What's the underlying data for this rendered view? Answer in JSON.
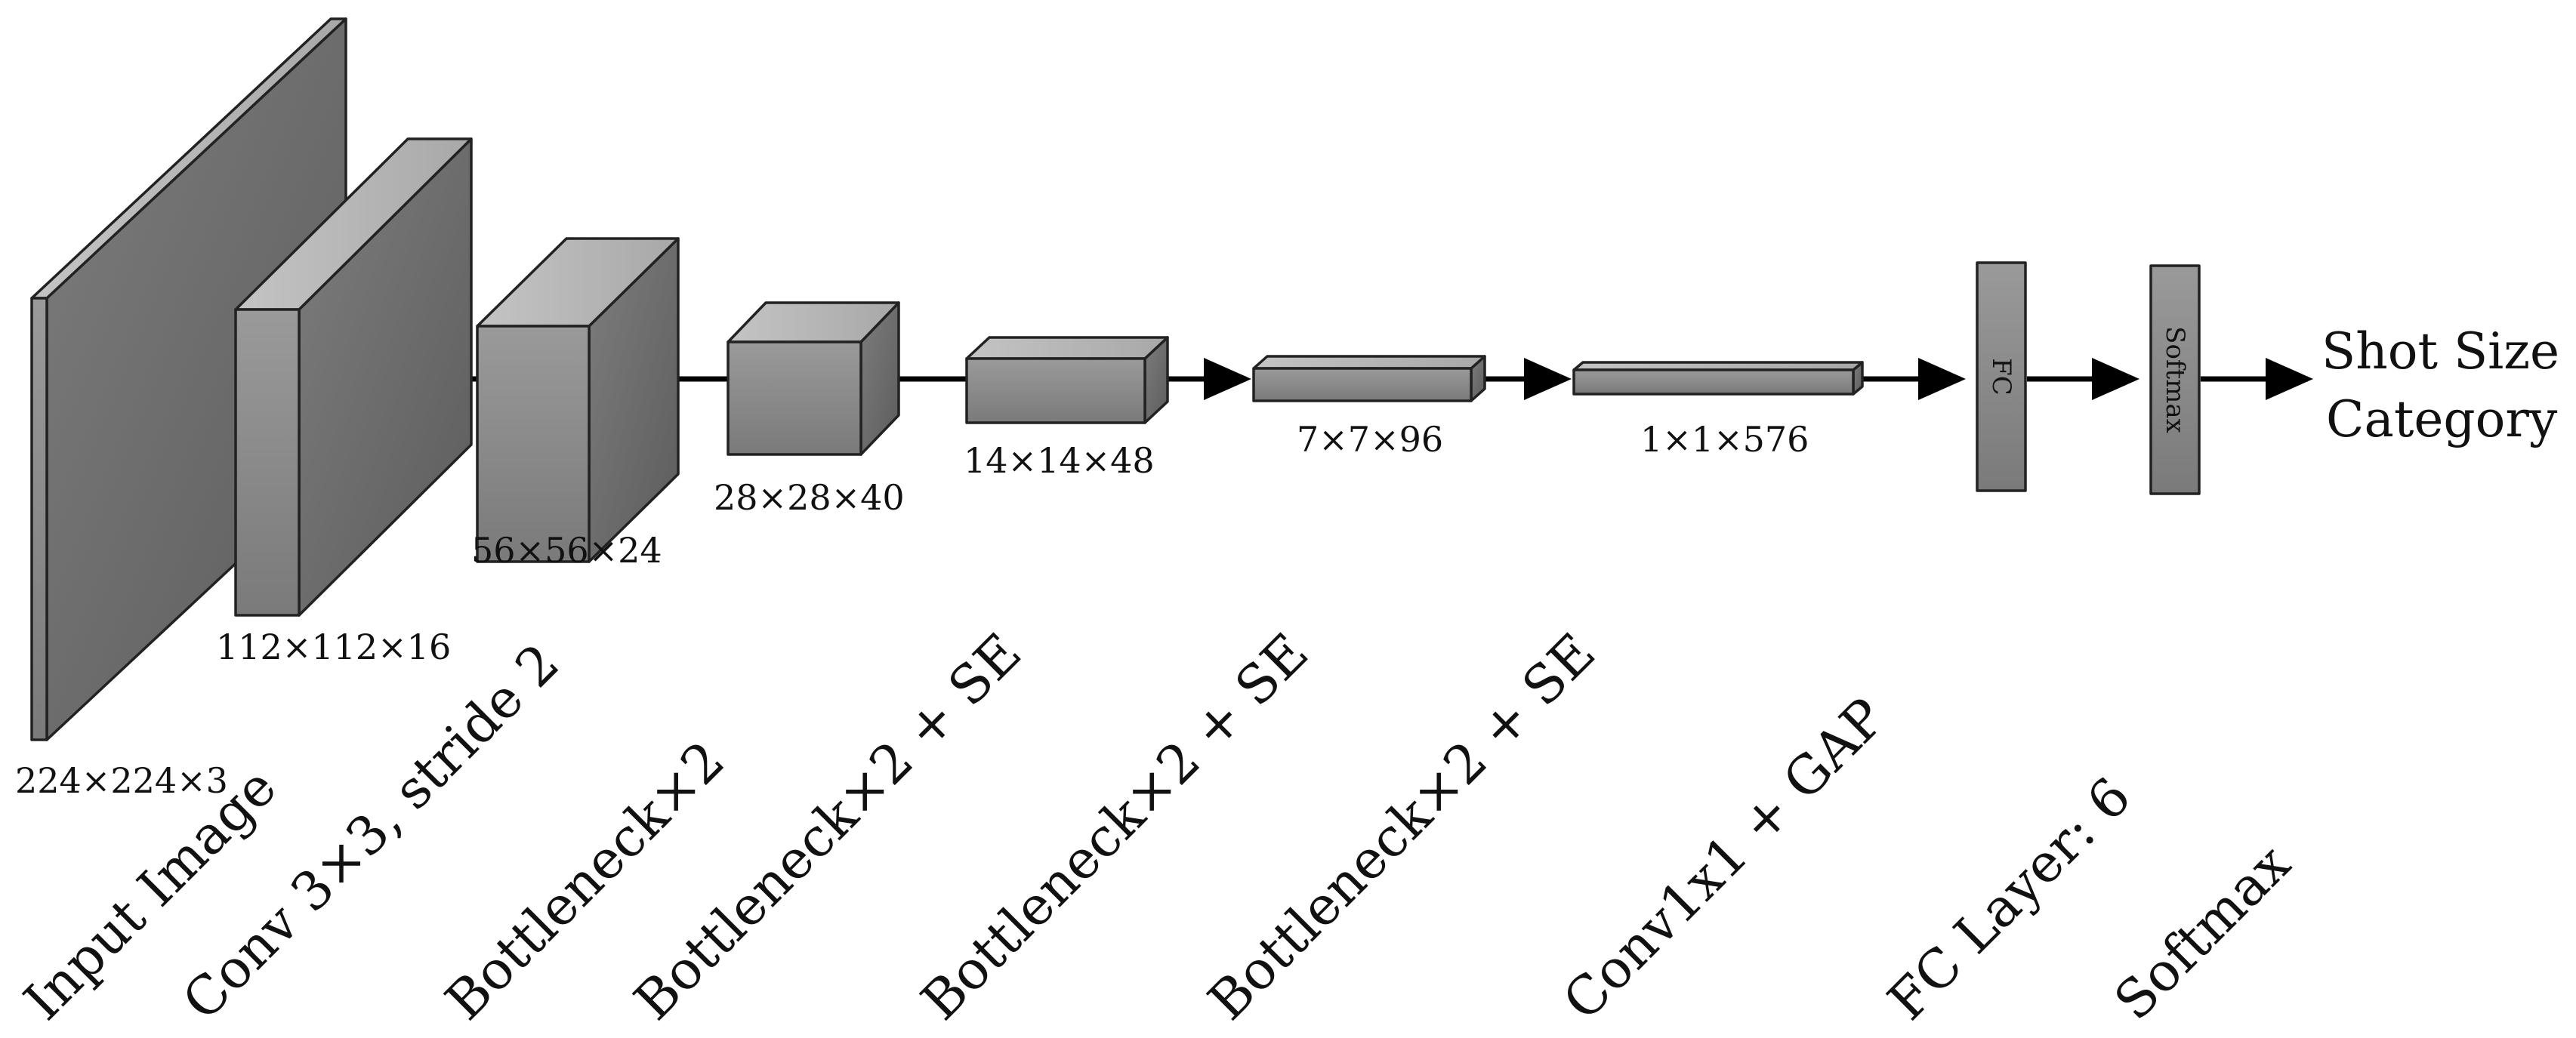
{
  "colors": {
    "front": "#8a8a8a",
    "top": "#b5b5b5",
    "side": "#6b6b6b",
    "flat": "#8a8a8a",
    "stroke": "#222222",
    "arrow": "#000000"
  },
  "blocks": [
    {
      "id": "input",
      "dims": "224×224×3",
      "layer": "Input Image"
    },
    {
      "id": "conv",
      "dims": "112×112×16",
      "layer": "Conv 3×3, stride 2"
    },
    {
      "id": "b1",
      "dims": "56×56×24",
      "layer": "Bottleneck×2"
    },
    {
      "id": "b2",
      "dims": "28×28×40",
      "layer": "Bottleneck×2 + SE"
    },
    {
      "id": "b3",
      "dims": "14×14×48",
      "layer": "Bottleneck×2 + SE"
    },
    {
      "id": "b4",
      "dims": "7×7×96",
      "layer": "Bottleneck×2 + SE"
    },
    {
      "id": "gap",
      "dims": "1×1×576",
      "layer": "Conv1x1 + GAP"
    }
  ],
  "fc": {
    "box_label": "FC",
    "layer": "FC Layer: 6"
  },
  "softmax": {
    "box_label": "Softmax",
    "layer": "Softmax"
  },
  "output": {
    "line1": "Shot Size",
    "line2": "Category"
  }
}
